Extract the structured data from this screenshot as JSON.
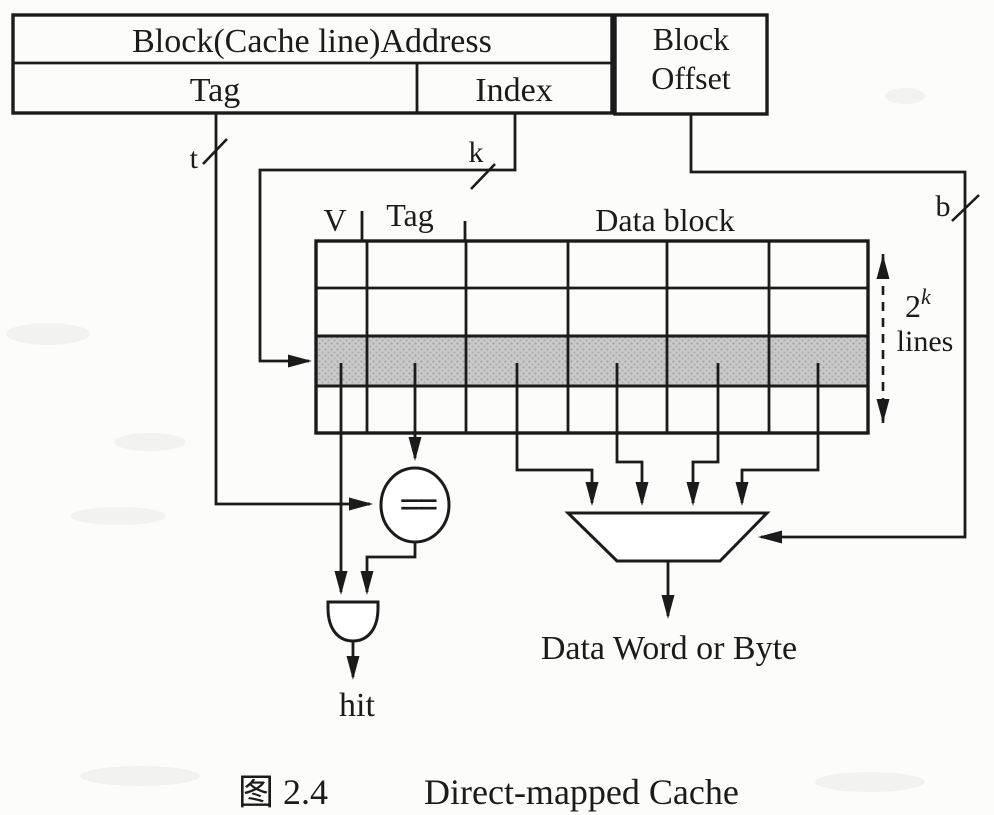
{
  "figure": {
    "address": {
      "block_address_label": "Block(Cache line)Address",
      "tag_label": "Tag",
      "index_label": "Index",
      "block_offset_line1": "Block",
      "block_offset_line2": "Offset"
    },
    "bus_widths": {
      "tag_bits": "t",
      "index_bits": "k",
      "offset_bits": "b"
    },
    "cache_array": {
      "valid_header": "V",
      "tag_header": "Tag",
      "data_header": "Data block",
      "rows": 4,
      "data_columns": 4,
      "selected_row_index": 3,
      "line_count_base": "2",
      "line_count_exponent": "k",
      "line_count_suffix": "lines"
    },
    "comparator": {
      "symbol": "=="
    },
    "outputs": {
      "hit_label": "hit",
      "mux_output_label": "Data Word or Byte"
    },
    "caption": {
      "figure_number": "图 2.4",
      "title": "Direct-mapped Cache"
    },
    "colors": {
      "ink": "#1b1b1b",
      "row_highlight": "#c9c9c9",
      "paper": "#fcfcfa"
    }
  }
}
